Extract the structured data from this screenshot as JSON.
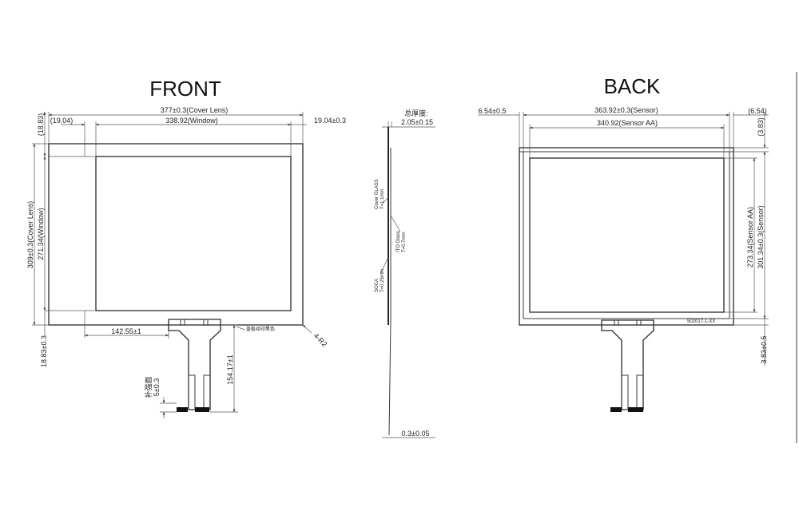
{
  "front": {
    "title": "FRONT",
    "cover_lens_width": "377±0.3(Cover Lens)",
    "window_width": "338.92(Window)",
    "top_margin": "(18.83)",
    "left_margin": "(19.04)",
    "right_margin": "19.04±0.3",
    "cover_lens_height": "309±0.3(Cover Lens)",
    "window_height": "271.34(Window)",
    "bottom_margin": "18.83±0.3",
    "fpc_offset": "142.55±1",
    "fpc_length": "154.17±1",
    "stiffener_label": "补强面",
    "stiffener_value": "5±0.3",
    "print_note": "盖板丝印黑色",
    "corner_radius": "4-R2"
  },
  "side": {
    "total_thickness_label": "总厚度:",
    "total_thickness": "2.05±0.15",
    "cover_glass": "Cover GLASS",
    "cover_glass_t": "T=1.1mm",
    "ito_glass": "ITO Glass",
    "ito_glass_t": "T=0.7mm",
    "soca": "SOCA",
    "soca_t": "T=0.25mm",
    "fpc_thickness": "0.3±0.05"
  },
  "back": {
    "title": "BACK",
    "left_offset": "6.54±0.5",
    "sensor_width": "363.92±0.3(Sensor)",
    "right_offset": "(6.54)",
    "sensor_aa_width": "340.92(Sensor AA)",
    "top_offset": "(3.83)",
    "sensor_aa_height": "273.34(Sensor AA)",
    "sensor_height": "301.34±0.3(Sensor)",
    "bottom_offset": "3.83±0.5",
    "part_number": "502017-1-XX"
  }
}
